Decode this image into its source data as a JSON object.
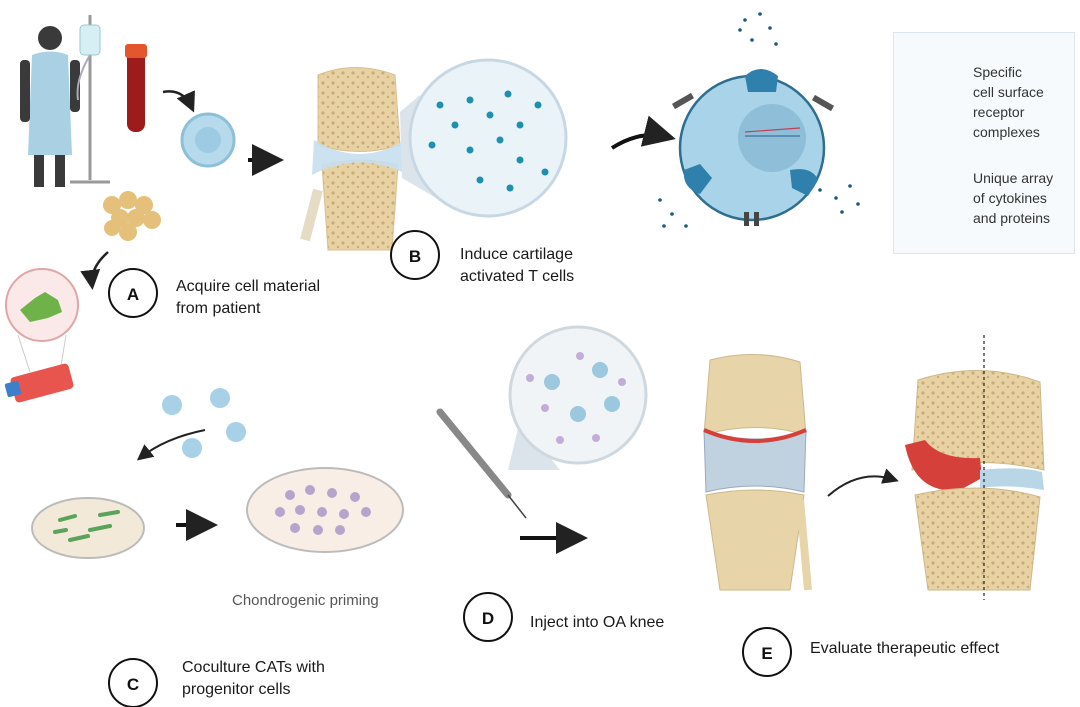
{
  "steps": {
    "a": {
      "letter": "A",
      "line1": "Acquire cell material",
      "line2": "from patient"
    },
    "b": {
      "letter": "B",
      "line1": "Induce cartilage",
      "line2": "activated T cells"
    },
    "c": {
      "letter": "C",
      "line1": "Coculture CATs with",
      "line2": "progenitor cells"
    },
    "d": {
      "letter": "D",
      "line1": "Inject into OA knee"
    },
    "e": {
      "letter": "E",
      "line1": "Evaluate therapeutic effect"
    }
  },
  "chondrogenic_label": "Chondrogenic priming",
  "legend": {
    "receptor": {
      "line1": "Specific",
      "line2": "cell surface",
      "line3": "receptor",
      "line4": "complexes"
    },
    "cytokine": {
      "line1": "Unique array",
      "line2": "of cytokines",
      "line3": "and proteins"
    }
  },
  "colors": {
    "cell_blue": "#8fc4e0",
    "cell_dark": "#2b7fad",
    "bone": "#e9d3a6",
    "cartilage": "#b9d6e6",
    "inflammation": "#d6403a",
    "culture_green": "#5aa35a"
  }
}
